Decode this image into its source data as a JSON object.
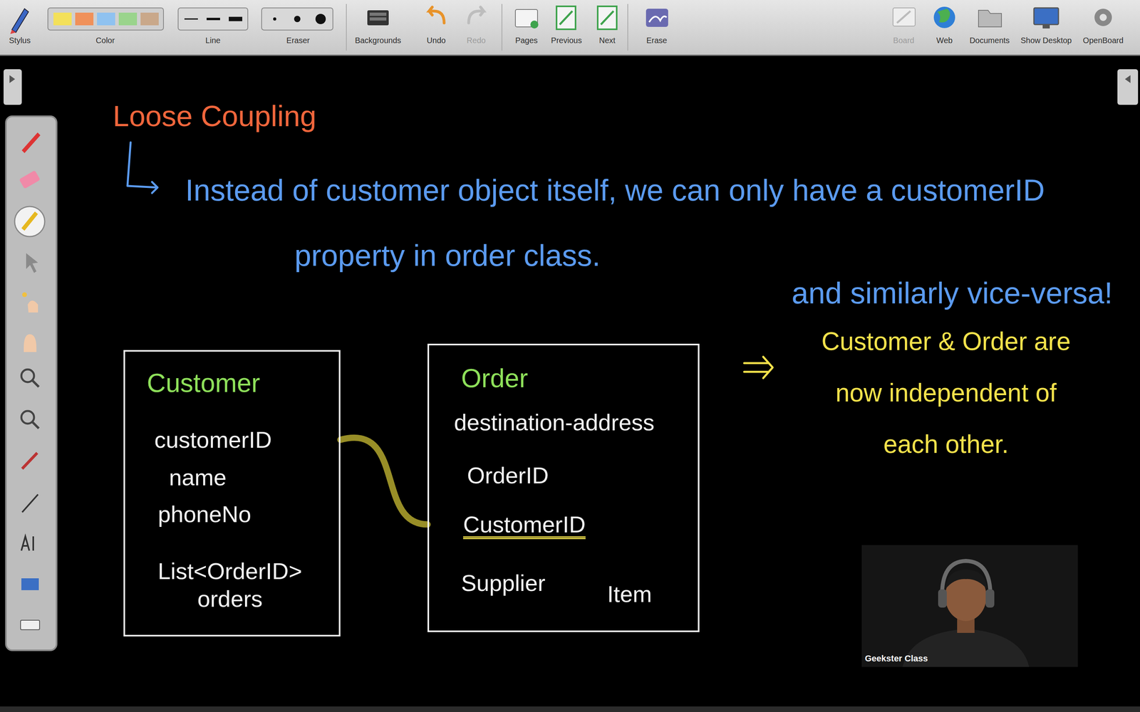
{
  "diagram": {
    "title": "Loose Coupling",
    "nodes": [
      {
        "text": [
          "Customer",
          "customerID",
          "name",
          "phoneNo",
          "List<OrderID> orders"
        ]
      },
      {
        "text": [
          "Order",
          "destination-address",
          "OrderID",
          "CustomerID",
          "Supplier",
          "Item"
        ]
      }
    ],
    "edges": [
      {
        "from": 0,
        "to": 1,
        "arrow": "none"
      }
    ],
    "labels": [
      "Stylus",
      "Color",
      "Line",
      "Eraser",
      "Backgrounds",
      "Undo",
      "Redo",
      "Pages",
      "Previous",
      "Next",
      "Erase",
      "Board",
      "Web",
      "Documents",
      "Show Desktop",
      "OpenBoard",
      "Instead of customer object itself, we can only have a customerID property in order class.",
      "and similarly vice-versa!",
      "Customer & Order are now independent of each other.",
      "Geekster Class"
    ]
  }
}
